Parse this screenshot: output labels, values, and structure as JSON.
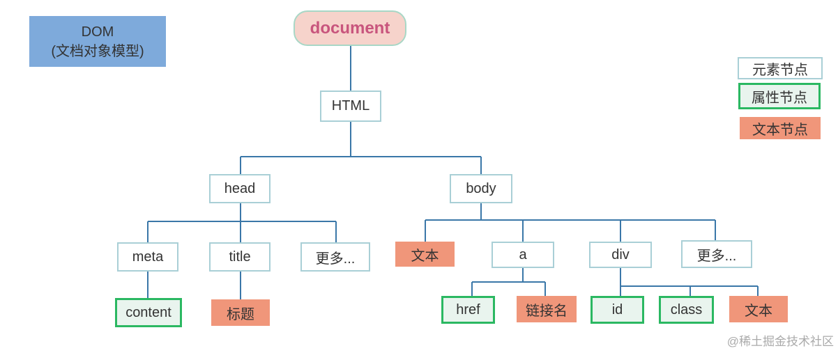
{
  "title_box": {
    "line1": "DOM",
    "line2": "(文档对象模型)"
  },
  "root": "document",
  "nodes": {
    "html": "HTML",
    "head": "head",
    "body": "body",
    "meta": "meta",
    "title": "title",
    "head_more": "更多...",
    "body_text": "文本",
    "a": "a",
    "div": "div",
    "body_more": "更多...",
    "content": "content",
    "title_text": "标题",
    "href": "href",
    "link_name": "链接名",
    "id": "id",
    "class": "class",
    "div_text": "文本"
  },
  "legend": {
    "element": "元素节点",
    "attribute": "属性节点",
    "text": "文本节点"
  },
  "colors": {
    "line": "#3a77a8",
    "text_node": "#f0967a",
    "attr_border": "#2bb862",
    "root_text": "#c8557d"
  },
  "watermark": "@稀土掘金技术社区"
}
